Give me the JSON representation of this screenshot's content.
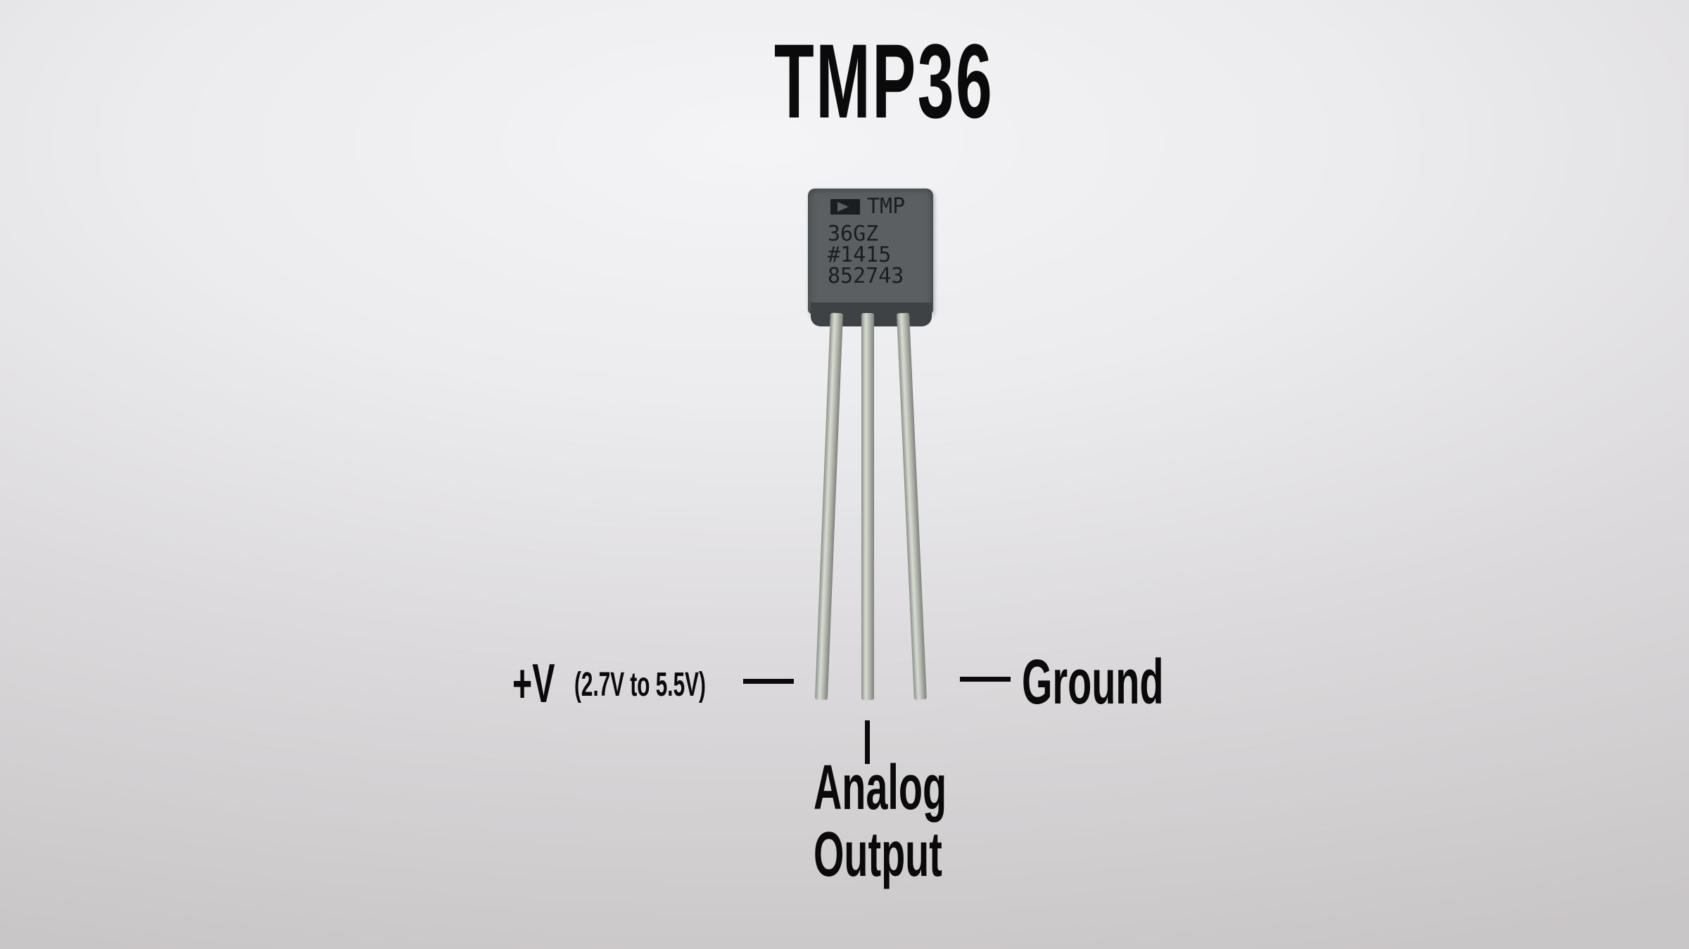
{
  "title": "TMP36",
  "component": {
    "markings": [
      "TMP",
      "36GZ",
      "#1415",
      "852743"
    ],
    "logo": "analog-devices-logo",
    "body_color": "#5b5f62"
  },
  "pins": [
    {
      "label": "+V",
      "detail": "(2.7V to 5.5V)",
      "position": "left"
    },
    {
      "label": "Analog Output",
      "line1": "Analog",
      "line2": "Output",
      "position": "middle"
    },
    {
      "label": "Ground",
      "position": "right"
    }
  ],
  "colors": {
    "text": "#0a0a0a",
    "background_top": "#f4f4f6",
    "background_bottom": "#c9c6c7"
  }
}
